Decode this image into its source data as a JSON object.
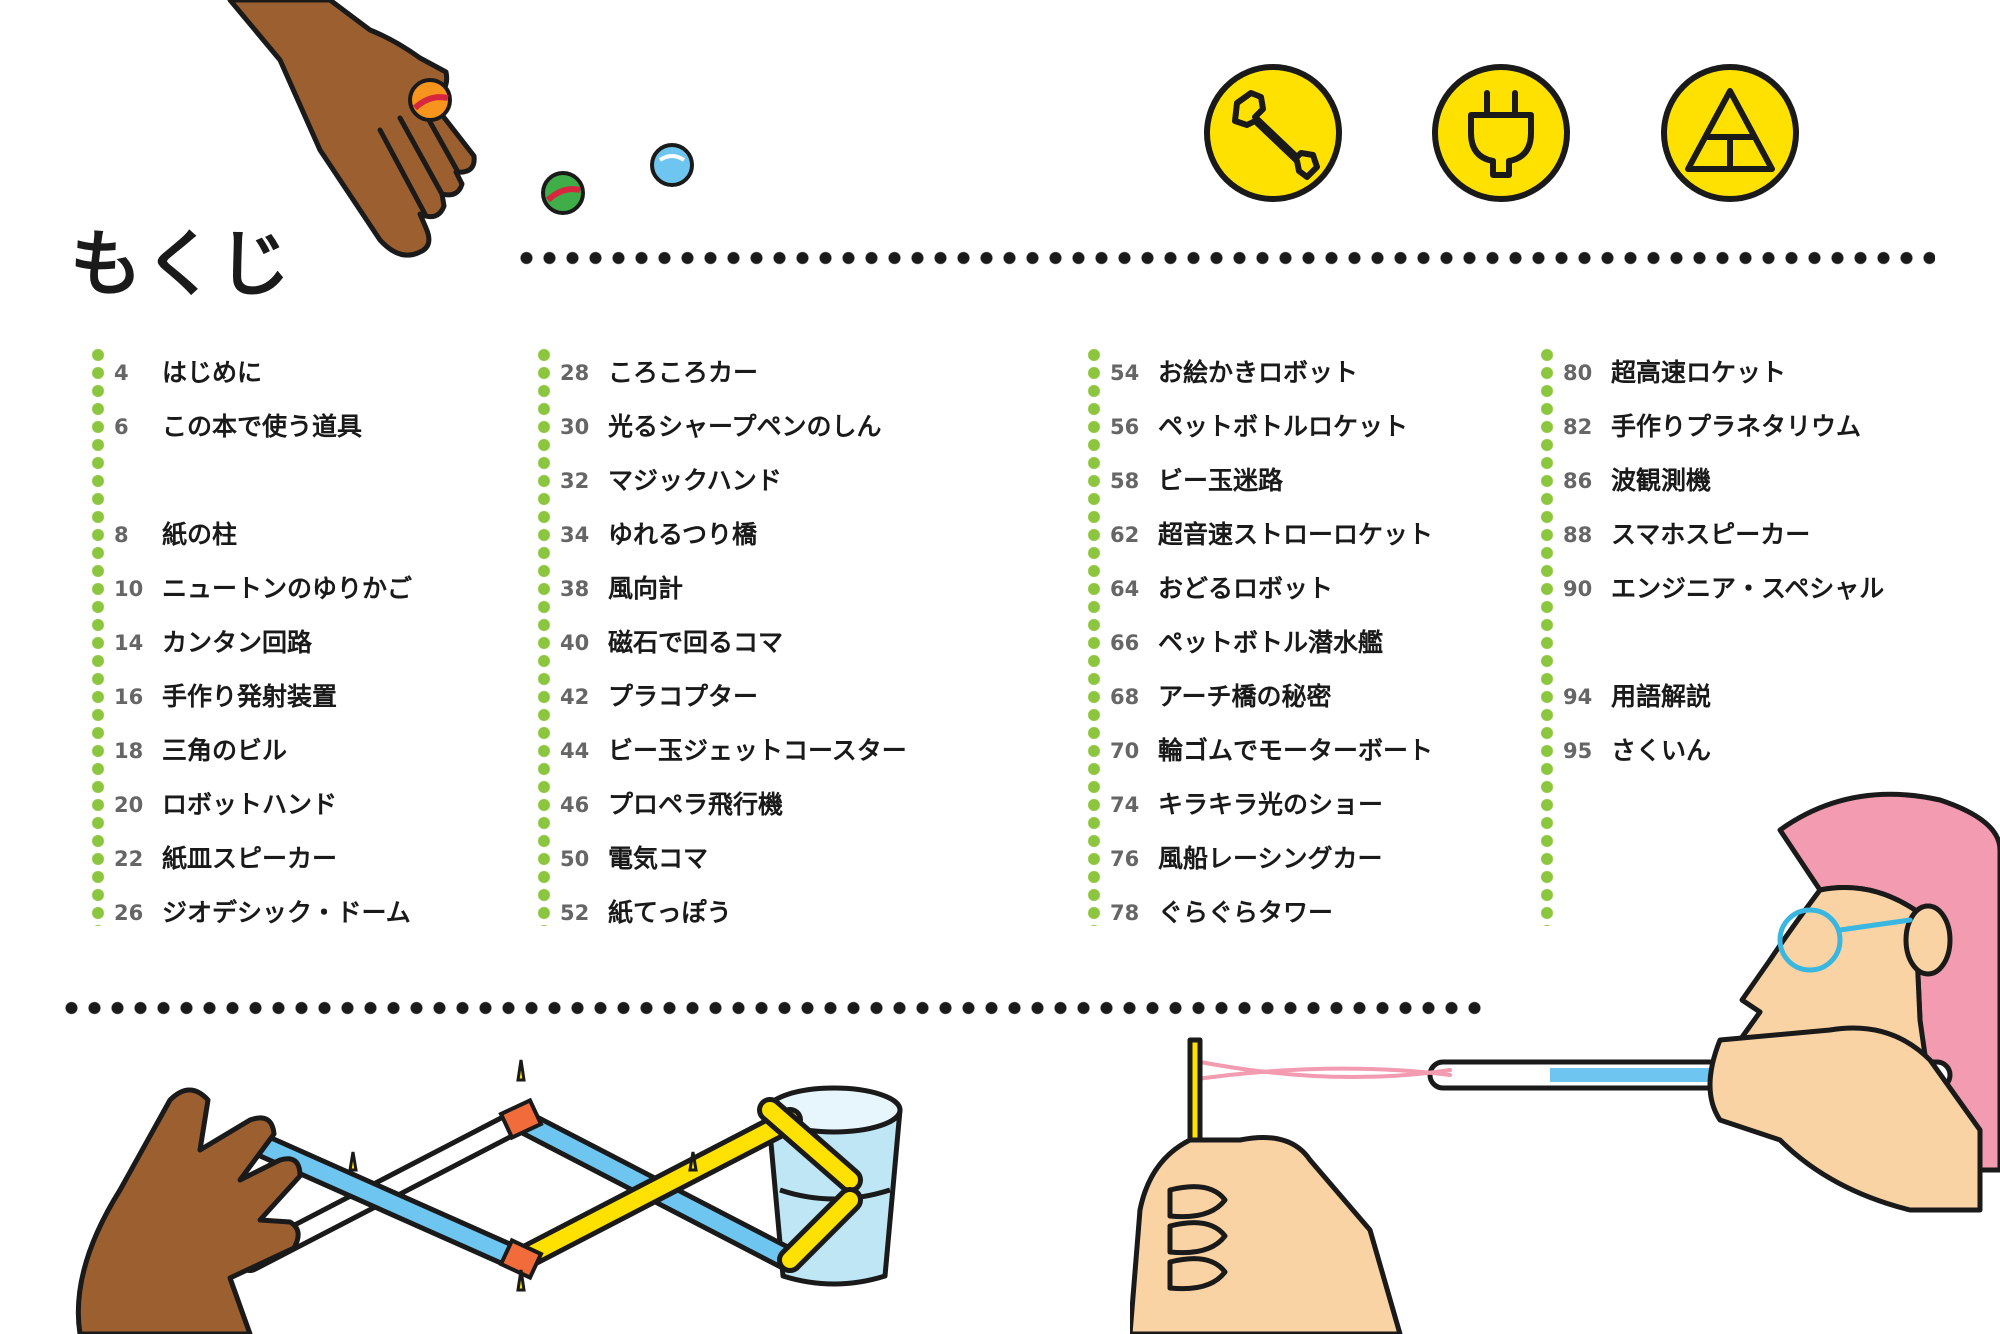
{
  "title": "もくじ",
  "columns": [
    {
      "entries": [
        {
          "page": "4",
          "label": "はじめに",
          "slot": 0
        },
        {
          "page": "6",
          "label": "この本で使う道具",
          "slot": 1
        },
        {
          "page": "8",
          "label": "紙の柱",
          "slot": 3
        },
        {
          "page": "10",
          "label": "ニュートンのゆりかご",
          "slot": 4
        },
        {
          "page": "14",
          "label": "カンタン回路",
          "slot": 5
        },
        {
          "page": "16",
          "label": "手作り発射装置",
          "slot": 6
        },
        {
          "page": "18",
          "label": "三角のビル",
          "slot": 7
        },
        {
          "page": "20",
          "label": "ロボットハンド",
          "slot": 8
        },
        {
          "page": "22",
          "label": "紙皿スピーカー",
          "slot": 9
        },
        {
          "page": "26",
          "label": "ジオデシック・ドーム",
          "slot": 10
        }
      ]
    },
    {
      "entries": [
        {
          "page": "28",
          "label": "ころころカー",
          "slot": 0
        },
        {
          "page": "30",
          "label": "光るシャープペンのしん",
          "slot": 1
        },
        {
          "page": "32",
          "label": "マジックハンド",
          "slot": 2
        },
        {
          "page": "34",
          "label": "ゆれるつり橋",
          "slot": 3
        },
        {
          "page": "38",
          "label": "風向計",
          "slot": 4
        },
        {
          "page": "40",
          "label": "磁石で回るコマ",
          "slot": 5
        },
        {
          "page": "42",
          "label": "プラコプター",
          "slot": 6
        },
        {
          "page": "44",
          "label": "ビー玉ジェットコースター",
          "slot": 7
        },
        {
          "page": "46",
          "label": "プロペラ飛行機",
          "slot": 8
        },
        {
          "page": "50",
          "label": "電気コマ",
          "slot": 9
        },
        {
          "page": "52",
          "label": "紙てっぽう",
          "slot": 10
        }
      ]
    },
    {
      "entries": [
        {
          "page": "54",
          "label": "お絵かきロボット",
          "slot": 0
        },
        {
          "page": "56",
          "label": "ペットボトルロケット",
          "slot": 1
        },
        {
          "page": "58",
          "label": "ビー玉迷路",
          "slot": 2
        },
        {
          "page": "62",
          "label": "超音速ストローロケット",
          "slot": 3
        },
        {
          "page": "64",
          "label": "おどるロボット",
          "slot": 4
        },
        {
          "page": "66",
          "label": "ペットボトル潜水艦",
          "slot": 5
        },
        {
          "page": "68",
          "label": "アーチ橋の秘密",
          "slot": 6
        },
        {
          "page": "70",
          "label": "輪ゴムでモーターボート",
          "slot": 7
        },
        {
          "page": "74",
          "label": "キラキラ光のショー",
          "slot": 8
        },
        {
          "page": "76",
          "label": "風船レーシングカー",
          "slot": 9
        },
        {
          "page": "78",
          "label": "ぐらぐらタワー",
          "slot": 10
        }
      ]
    },
    {
      "entries": [
        {
          "page": "80",
          "label": "超高速ロケット",
          "slot": 0
        },
        {
          "page": "82",
          "label": "手作りプラネタリウム",
          "slot": 1
        },
        {
          "page": "86",
          "label": "波観測機",
          "slot": 2
        },
        {
          "page": "88",
          "label": "スマホスピーカー",
          "slot": 3
        },
        {
          "page": "90",
          "label": "エンジニア・スペシャル",
          "slot": 4
        },
        {
          "page": "94",
          "label": "用語解説",
          "slot": 6
        },
        {
          "page": "95",
          "label": "さくいん",
          "slot": 7
        }
      ]
    }
  ],
  "icons": [
    "wrench-icon",
    "plug-icon",
    "triangle-structure-icon"
  ],
  "colors": {
    "accent_yellow": "#ffe100",
    "rail_green": "#8cc63f",
    "text": "#1a1a1a",
    "page_number": "#666666"
  }
}
